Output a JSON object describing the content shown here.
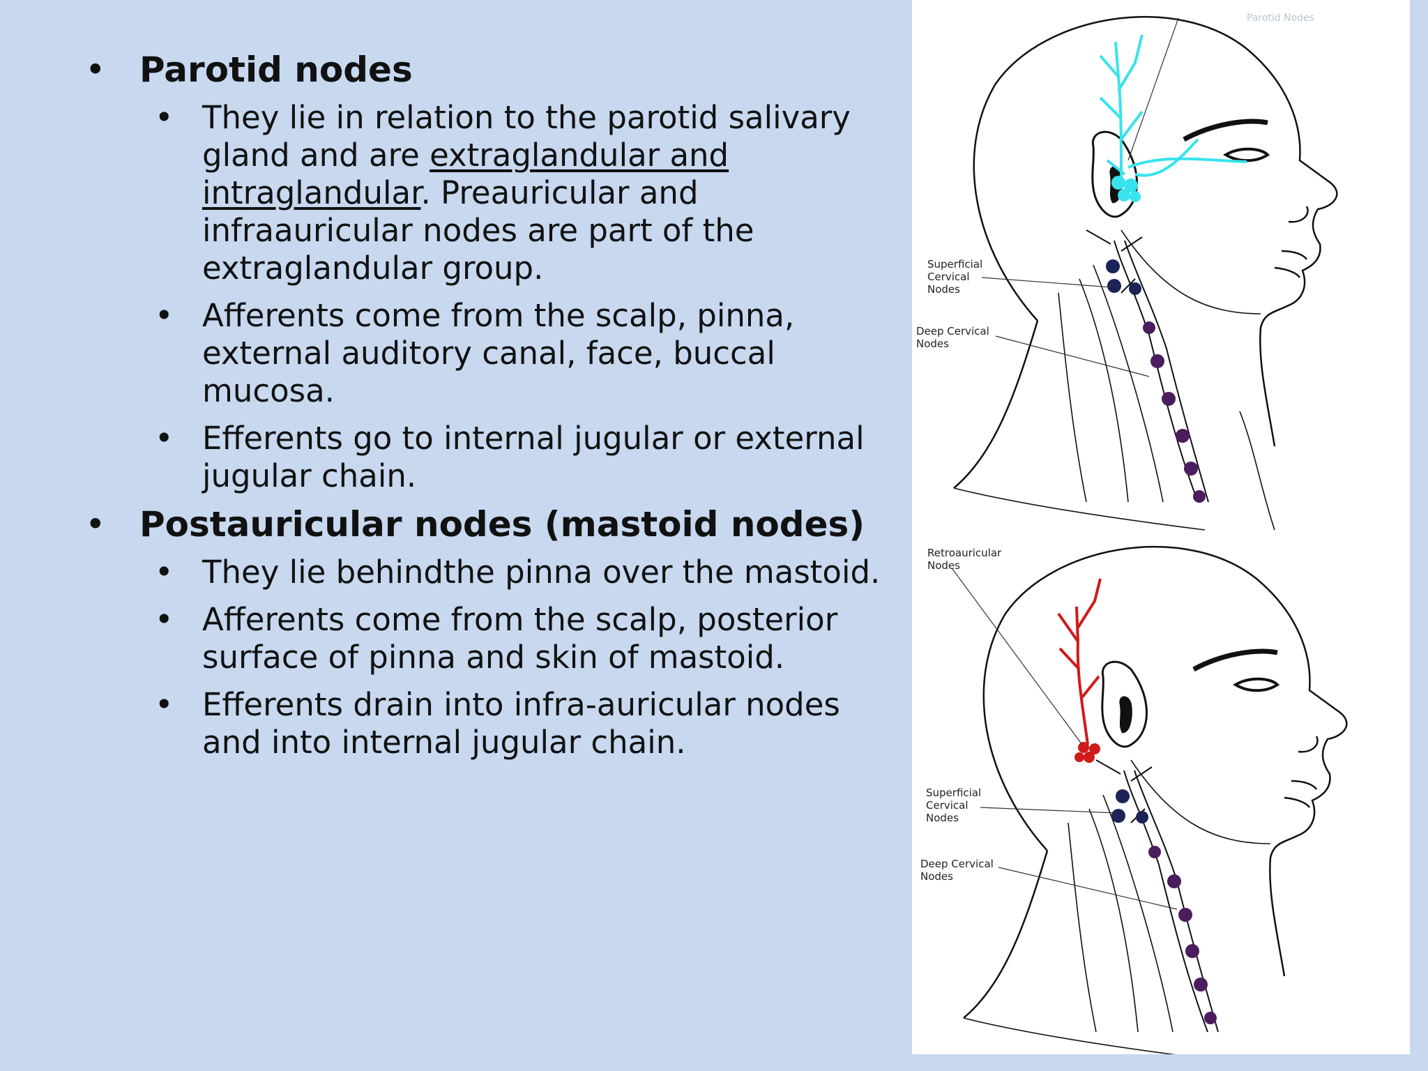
{
  "sections": [
    {
      "heading": "Parotid nodes",
      "points": [
        {
          "p1": "They lie in relation to the parotid salivary gland and are ",
          "u": "extraglandular and intraglandular",
          "p2": ". Preauricular and infraauricular nodes are part of the extraglandular group."
        },
        {
          "p1": "Afferents come from the scalp, pinna, external auditory canal, face, buccal mucosa."
        },
        {
          "p1": "Efferents go to internal jugular or external jugular chain."
        }
      ]
    },
    {
      "heading": "Postauricular nodes (mastoid nodes)",
      "points": [
        {
          "p1": "They lie behindthe pinna over the mastoid."
        },
        {
          "p1": "Afferents come from the scalp, posterior surface of pinna and skin of mastoid."
        },
        {
          "p1": "Efferents drain into infra-auricular nodes and into internal jugular chain."
        }
      ]
    }
  ],
  "figure": {
    "top": {
      "label_parotid": "Parotid Nodes",
      "label_superficial": [
        "Superficial",
        "Cervical",
        "Nodes"
      ],
      "label_deep": [
        "Deep Cervical",
        "Nodes"
      ]
    },
    "bottom": {
      "label_retro": [
        "Retroauricular",
        "Nodes"
      ],
      "label_superficial": [
        "Superficial",
        "Cervical",
        "Nodes"
      ],
      "label_deep": [
        "Deep Cervical",
        "Nodes"
      ]
    },
    "colors": {
      "parotid": "#37e3ec",
      "retroauricular": "#d11a1a",
      "superficial": "#1b2456",
      "deep": "#4b1c5e"
    }
  }
}
